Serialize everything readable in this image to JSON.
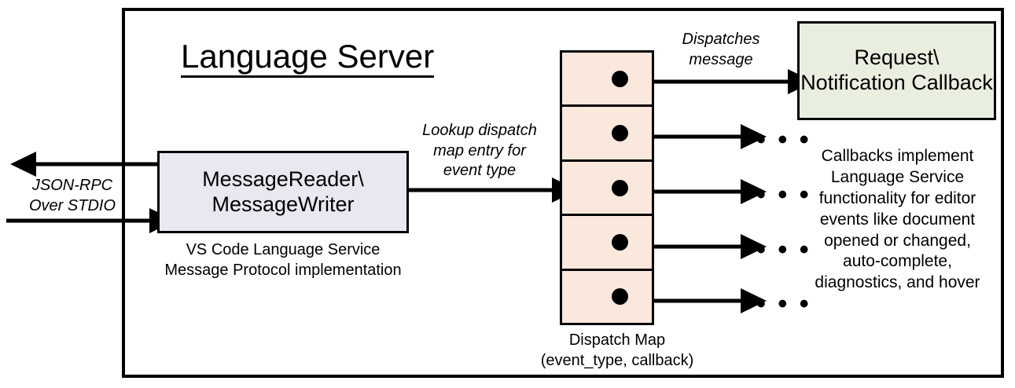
{
  "diagram": {
    "title": "Language Server",
    "boundary_label": "server-boundary"
  },
  "external_io": {
    "label": "JSON-RPC\nOver STDIO",
    "outbound_arrow": "arrow-left-out",
    "inbound_arrow": "arrow-right-in"
  },
  "message_layer": {
    "box_title": "MessageReader\\\nMessageWriter",
    "caption": "VS Code Language Service\nMessage Protocol implementation",
    "fill_color": "#eae7f1"
  },
  "lookup_edge": {
    "label": "Lookup dispatch\nmap entry for\nevent type"
  },
  "dispatch_map": {
    "caption": "Dispatch Map\n(event_type, callback)",
    "fill_color": "#fbe8dc",
    "entries": [
      {
        "dot": "dispatch-entry-dot",
        "target": "Request\\ Notification Callback"
      },
      {
        "dot": "dispatch-entry-dot",
        "target": "..."
      },
      {
        "dot": "dispatch-entry-dot",
        "target": "..."
      },
      {
        "dot": "dispatch-entry-dot",
        "target": "..."
      },
      {
        "dot": "dispatch-entry-dot",
        "target": "..."
      }
    ],
    "entry_count": 5
  },
  "dispatch_edge": {
    "label": "Dispatches\nmessage"
  },
  "callback": {
    "box_title": "Request\\\nNotification\nCallback",
    "fill_color": "#e8efdf",
    "description": "Callbacks implement\nLanguage Service\nfunctionality for editor\nevents like document\nopened or changed,\nauto-complete,\ndiagnostics, and hover"
  },
  "ellipses": {
    "glyph": "• • •",
    "count": 4
  },
  "colors": {
    "stroke": "#000000",
    "background": "#ffffff",
    "message_box": "#eae7f1",
    "dispatch_map": "#fbe8dc",
    "callback_box": "#e8efdf"
  }
}
